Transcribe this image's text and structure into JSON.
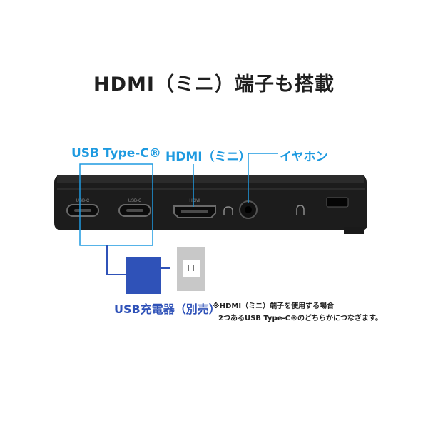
{
  "title": "HDMI（ミニ）端子も搭載",
  "ports": {
    "usbc_label": "USB Type-C®",
    "hdmi_label": "HDMI（ミニ）",
    "earphone_label": "イヤホン",
    "usbc_silk_1": "USB-C",
    "usbc_silk_2": "USB-C",
    "hdmi_silk": "HDMI"
  },
  "charger": {
    "label": "USB充電器（別売）"
  },
  "notes": {
    "line1": "※HDMI（ミニ）端子を使用する場合",
    "line2": "2つあるUSB Type-C®のどちらかにつなぎます。"
  },
  "colors": {
    "label_blue": "#1e9ae0",
    "charger_blue": "#2f52b8",
    "device_body": "#1c1c1c",
    "outlet_gray": "#c8c8c8"
  }
}
